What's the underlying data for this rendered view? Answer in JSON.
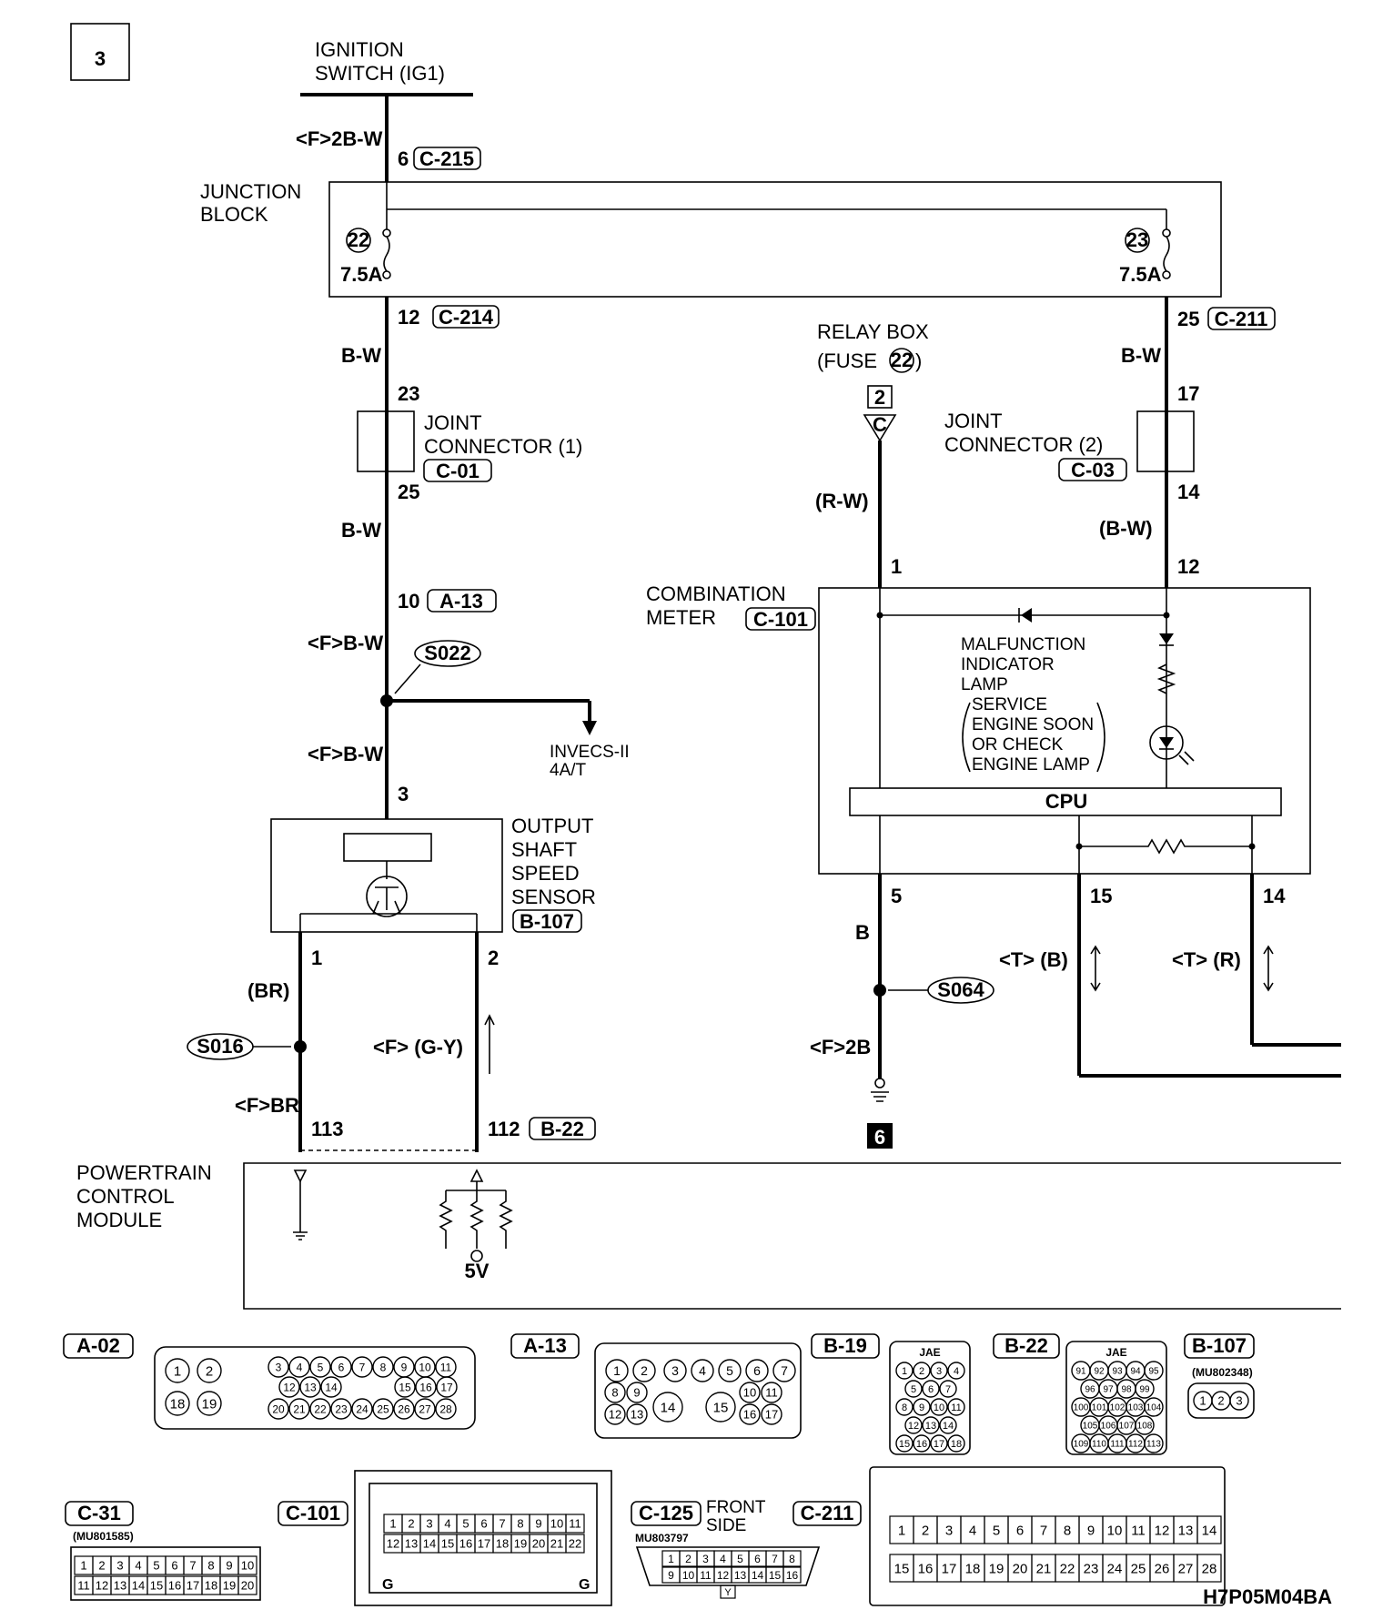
{
  "diagram": {
    "page_number": "3",
    "figure_code": "H7P05M04BA",
    "ignition_switch": "IGNITION SWITCH (IG1)",
    "ignition_switch_l1": "IGNITION",
    "ignition_switch_l2": "SWITCH (IG1)",
    "junction_block_l1": "JUNCTION",
    "junction_block_l2": "BLOCK",
    "fuse_22": "22",
    "fuse_23": "23",
    "fuse_rating": "7.5A",
    "relay_box_l1": "RELAY BOX",
    "relay_box_l2": "(FUSE",
    "relay_box_fuse": "22",
    "relay_box_l3": ")",
    "joint_connector1_l1": "JOINT",
    "joint_connector1_l2": "CONNECTOR (1)",
    "joint_connector2_l1": "JOINT",
    "joint_connector2_l2": "CONNECTOR (2)",
    "combination_meter_l1": "COMBINATION",
    "combination_meter_l2": "METER",
    "mil_l1": "MALFUNCTION",
    "mil_l2": "INDICATOR",
    "mil_l3": "LAMP",
    "mil_l4": "SERVICE",
    "mil_l5": "ENGINE SOON",
    "mil_l6": "OR CHECK",
    "mil_l7": "ENGINE LAMP",
    "cpu": "CPU",
    "oss_l1": "OUTPUT",
    "oss_l2": "SHAFT",
    "oss_l3": "SPEED",
    "oss_l4": "SENSOR",
    "pcm_l1": "POWERTRAIN",
    "pcm_l2": "CONTROL",
    "pcm_l3": "MODULE",
    "invecs_l1": "INVECS-II",
    "invecs_l2": "4A/T",
    "five_volt": "5V",
    "ground_ref": "6",
    "ref_box_2": "2",
    "connector_c": "C",
    "wires": {
      "w1": "<F>2B-W",
      "w2": "B-W",
      "w3": "B-W",
      "w4": "<F>B-W",
      "w5": "<F>B-W",
      "w6": "(R-W)",
      "w7": "B-W",
      "w8": "(B-W)",
      "w9": "B",
      "w10": "<F>2B",
      "w11": "(BR)",
      "w12": "<F>BR",
      "w13": "<F> (G-Y)",
      "w14": "<T> (B)",
      "w15": "<T> (R)"
    },
    "pins": {
      "p6": "6",
      "p12": "12",
      "p25a": "25",
      "p23": "23",
      "p25b": "25",
      "p10": "10",
      "p3": "3",
      "p1a": "1",
      "p2a": "2",
      "p113": "113",
      "p112": "112",
      "p1b": "1",
      "p17": "17",
      "p14a": "14",
      "p12b": "12",
      "p5": "5",
      "p15": "15",
      "p14b": "14"
    },
    "connectors": {
      "c215": "C-215",
      "c214": "C-214",
      "c211": "C-211",
      "c01": "C-01",
      "c03": "C-03",
      "a13": "A-13",
      "c101": "C-101",
      "b107": "B-107",
      "b22": "B-22"
    },
    "splices": {
      "s022": "S022",
      "s016": "S016",
      "s064": "S064"
    }
  },
  "connector_views": {
    "a02": {
      "label": "A-02",
      "pins": [
        "1",
        "2",
        "18",
        "19",
        "3",
        "4",
        "5",
        "6",
        "7",
        "8",
        "9",
        "10",
        "11",
        "12",
        "13",
        "14",
        "15",
        "16",
        "17",
        "20",
        "21",
        "22",
        "23",
        "24",
        "25",
        "26",
        "27",
        "28"
      ]
    },
    "a13": {
      "label": "A-13",
      "pins": [
        "1",
        "2",
        "3",
        "4",
        "5",
        "6",
        "7",
        "8",
        "9",
        "10",
        "11",
        "12",
        "13",
        "14",
        "15",
        "16",
        "17"
      ]
    },
    "b19": {
      "label": "B-19",
      "tag": "JAE",
      "pins": [
        "1",
        "2",
        "3",
        "4",
        "5",
        "6",
        "7",
        "8",
        "9",
        "10",
        "11",
        "12",
        "13",
        "14",
        "15",
        "16",
        "17",
        "18"
      ]
    },
    "b22": {
      "label": "B-22",
      "tag": "JAE",
      "pins": [
        "91",
        "92",
        "93",
        "94",
        "95",
        "96",
        "97",
        "98",
        "99",
        "100",
        "101",
        "102",
        "103",
        "104",
        "105",
        "106",
        "107",
        "108",
        "109",
        "110",
        "111",
        "112",
        "113"
      ]
    },
    "b107": {
      "label": "B-107",
      "part": "(MU802348)",
      "pins": [
        "1",
        "2",
        "3"
      ]
    },
    "c31": {
      "label": "C-31",
      "part": "(MU801585)",
      "row1": [
        "1",
        "2",
        "3",
        "4",
        "5",
        "6",
        "7",
        "8",
        "9",
        "10"
      ],
      "row2": [
        "11",
        "12",
        "13",
        "14",
        "15",
        "16",
        "17",
        "18",
        "19",
        "20"
      ]
    },
    "c101": {
      "label": "C-101",
      "row1": [
        "1",
        "2",
        "3",
        "4",
        "5",
        "6",
        "7",
        "8",
        "9",
        "10",
        "11"
      ],
      "row2": [
        "12",
        "13",
        "14",
        "15",
        "16",
        "17",
        "18",
        "19",
        "20",
        "21",
        "22"
      ],
      "g": "G"
    },
    "c125": {
      "label": "C-125",
      "part": "MU803797",
      "note_l1": "FRONT",
      "note_l2": "SIDE",
      "row1": [
        "1",
        "2",
        "3",
        "4",
        "5",
        "6",
        "7",
        "8"
      ],
      "row2": [
        "9",
        "10",
        "11",
        "12",
        "13",
        "14",
        "15",
        "16"
      ],
      "key": "Y"
    },
    "c211": {
      "label": "C-211",
      "row1": [
        "1",
        "2",
        "3",
        "4",
        "5",
        "6",
        "7",
        "8",
        "9",
        "10",
        "11",
        "12",
        "13",
        "14"
      ],
      "row2": [
        "15",
        "16",
        "17",
        "18",
        "19",
        "20",
        "21",
        "22",
        "23",
        "24",
        "25",
        "26",
        "27",
        "28"
      ]
    }
  }
}
